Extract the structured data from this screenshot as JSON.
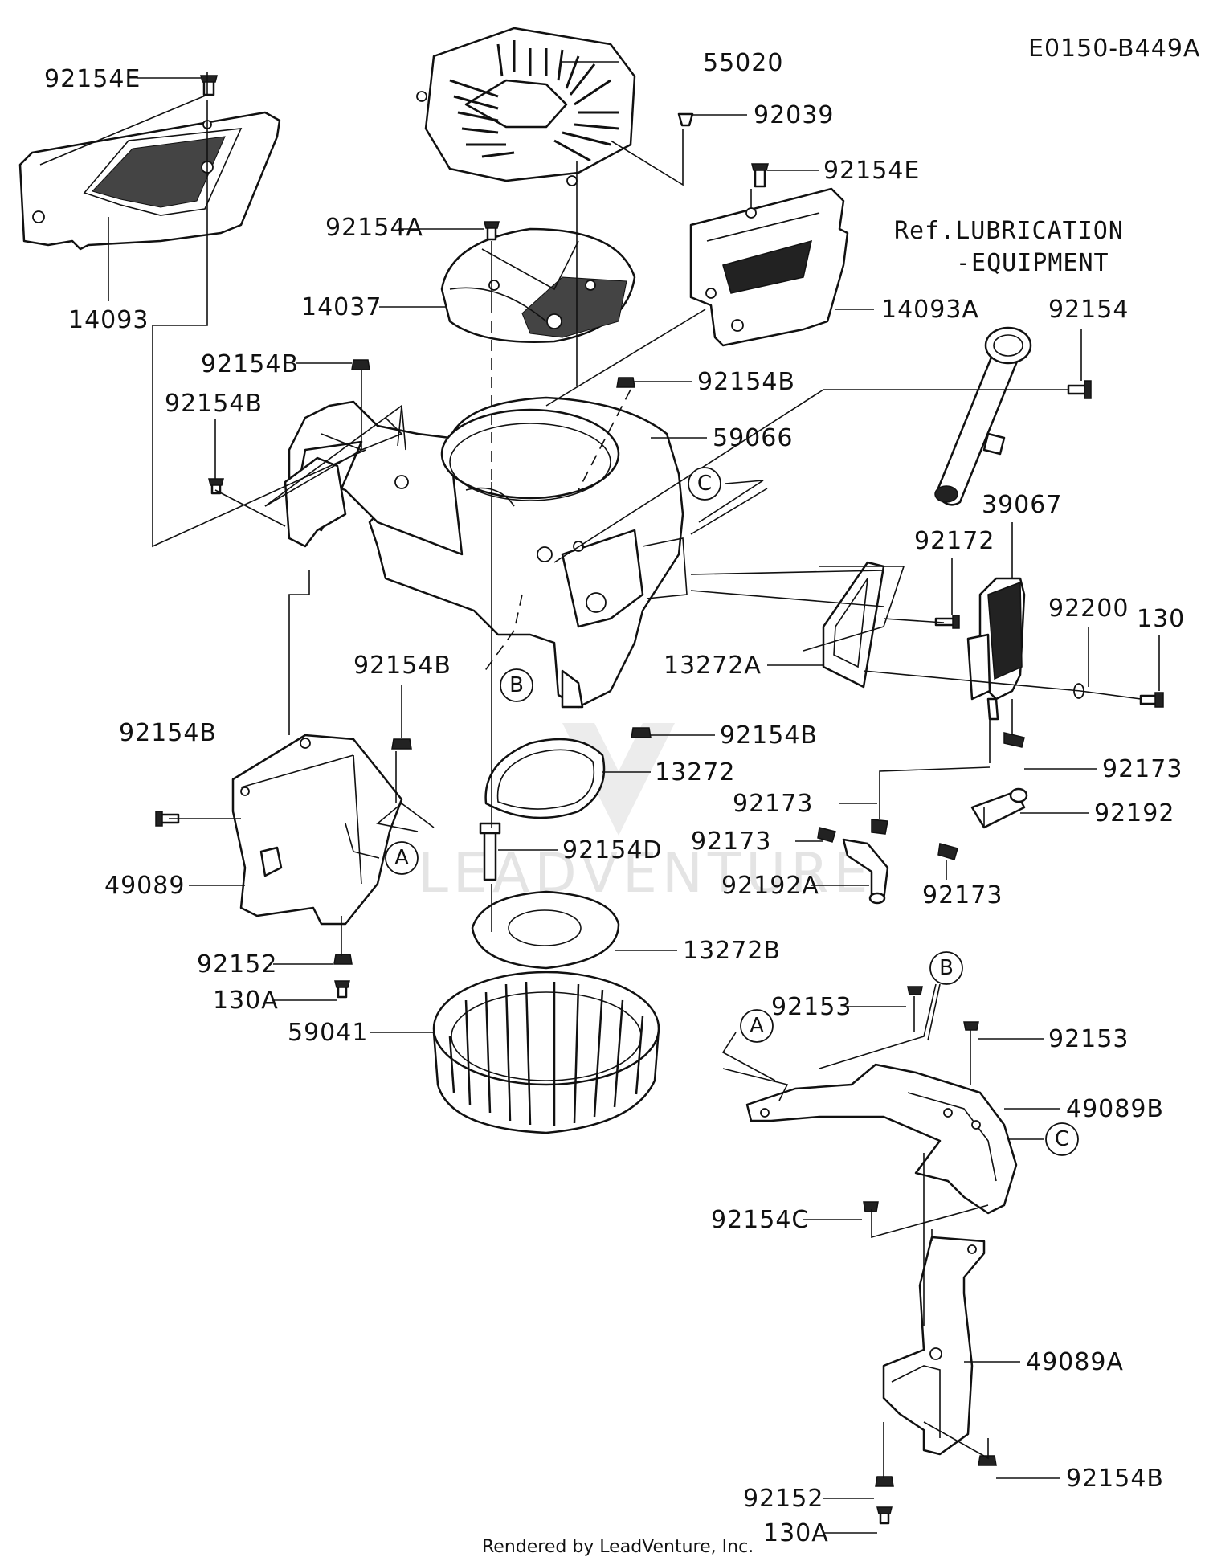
{
  "diagram_code": "E0150-B449A",
  "footer": "Rendered by LeadVenture, Inc.",
  "watermark": "LEADVENTURE",
  "reference": {
    "line1": "Ref.LUBRICATION",
    "line2": "-EQUIPMENT"
  },
  "callouts": {
    "a_upper": "A",
    "b_upper": "B",
    "c_upper": "C",
    "a_lower": "A",
    "b_lower": "B",
    "c_lower": "C"
  },
  "labels": {
    "p92154e_left": "92154E",
    "p55020": "55020",
    "p92039": "92039",
    "p92154e_right": "92154E",
    "p92154a": "92154A",
    "p14093": "14093",
    "p14037": "14037",
    "p14093a": "14093A",
    "p92154": "92154",
    "p92154b_1": "92154B",
    "p92154b_2": "92154B",
    "p92154b_3": "92154B",
    "p59066": "59066",
    "p39067": "39067",
    "p92172": "92172",
    "p92200": "92200",
    "p130": "130",
    "p13272a": "13272A",
    "p92154b_4": "92154B",
    "p92154b_5": "92154B",
    "p92154b_6": "92154B",
    "p13272": "13272",
    "p92173_1": "92173",
    "p92173_2": "92173",
    "p92192": "92192",
    "p92173_3": "92173",
    "p92154d": "92154D",
    "p92192a": "92192A",
    "p92173_4": "92173",
    "p49089": "49089",
    "p92152_1": "92152",
    "p13272b": "13272B",
    "p130a_1": "130A",
    "p92153_1": "92153",
    "p92153_2": "92153",
    "p59041": "59041",
    "p49089b": "49089B",
    "p92154c": "92154C",
    "p49089a": "49089A",
    "p92154b_7": "92154B",
    "p92152_2": "92152",
    "p130a_2": "130A"
  }
}
